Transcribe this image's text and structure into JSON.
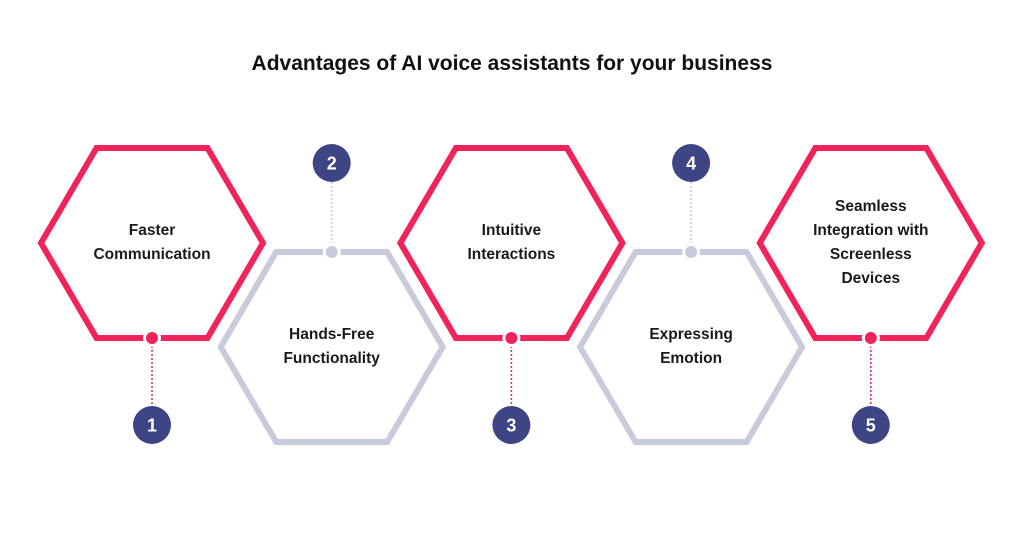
{
  "title": "Advantages of AI voice assistants for your business",
  "colors": {
    "accent": "#f0245a",
    "muted": "#c8cbdc",
    "badge": "#3d4584"
  },
  "items": [
    {
      "number": "1",
      "label": "Faster Communication",
      "style": "accent",
      "position": "upper"
    },
    {
      "number": "2",
      "label": "Hands-Free Functionality",
      "style": "muted",
      "position": "lower"
    },
    {
      "number": "3",
      "label": "Intuitive Interactions",
      "style": "accent",
      "position": "upper"
    },
    {
      "number": "4",
      "label": "Expressing Emotion",
      "style": "muted",
      "position": "lower"
    },
    {
      "number": "5",
      "label": "Seamless Integration with Screenless Devices",
      "style": "accent",
      "position": "upper"
    }
  ]
}
